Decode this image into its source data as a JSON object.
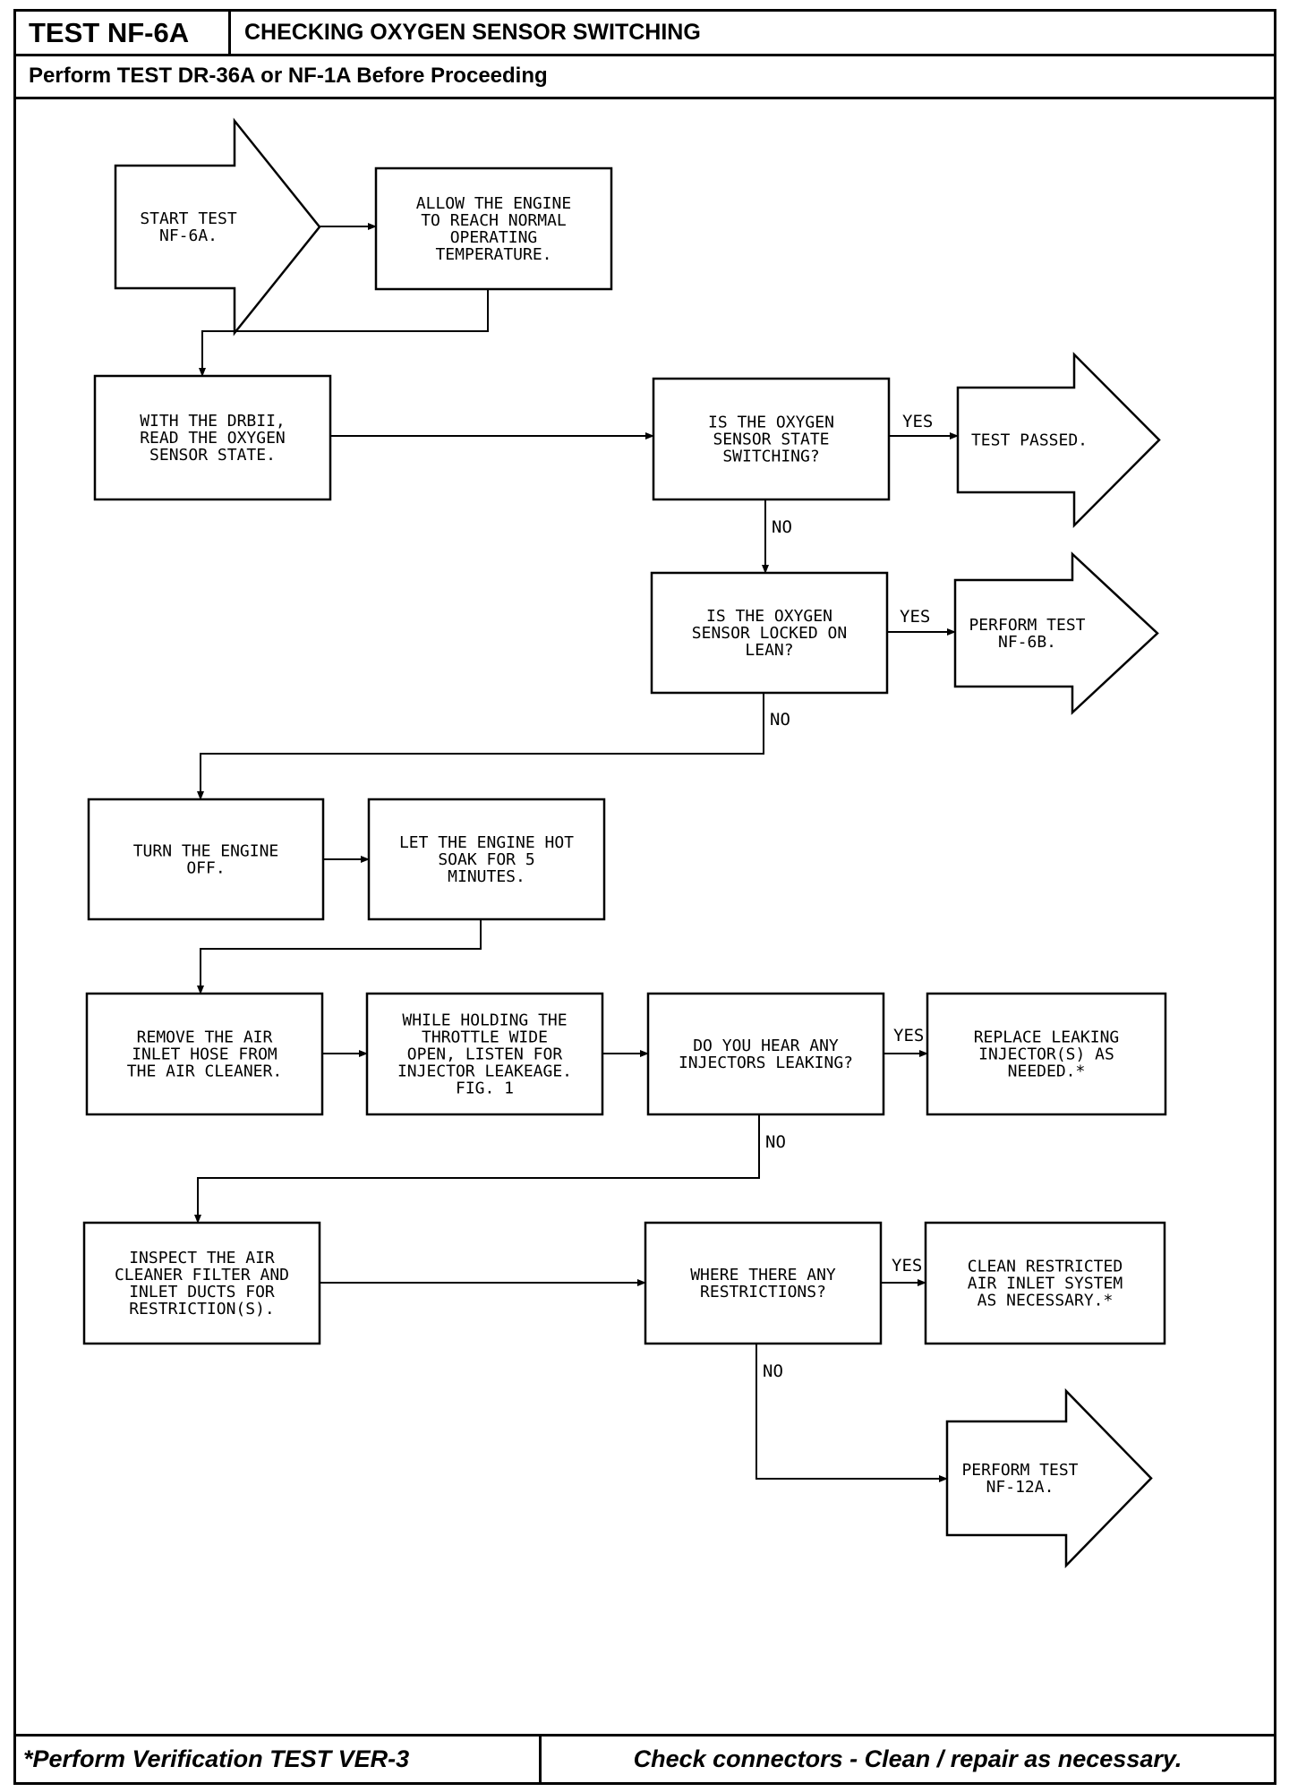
{
  "header": {
    "test_id": "TEST NF-6A",
    "title": "CHECKING OXYGEN SENSOR SWITCHING",
    "prerequisite": "Perform TEST DR-36A or NF-1A Before Proceeding"
  },
  "footer": {
    "left": "*Perform Verification TEST VER-3",
    "right": "Check connectors - Clean / repair as necessary."
  },
  "flowchart": {
    "start": [
      "START TEST",
      "NF-6A."
    ],
    "warm_up": [
      "ALLOW THE ENGINE",
      "TO REACH NORMAL",
      "OPERATING",
      "TEMPERATURE."
    ],
    "read_sensor": [
      "WITH THE DRBII,",
      "READ THE OXYGEN",
      "SENSOR STATE."
    ],
    "q_switching": [
      "IS THE OXYGEN",
      "SENSOR STATE",
      "SWITCHING?"
    ],
    "test_passed": [
      "TEST PASSED."
    ],
    "q_locked_lean": [
      "IS THE OXYGEN",
      "SENSOR LOCKED ON",
      "LEAN?"
    ],
    "perform_nf6b": [
      "PERFORM TEST",
      "NF-6B."
    ],
    "engine_off": [
      "TURN THE ENGINE",
      "OFF."
    ],
    "hot_soak": [
      "LET THE ENGINE HOT",
      "SOAK FOR 5",
      "MINUTES."
    ],
    "remove_hose": [
      "REMOVE THE AIR",
      "INLET HOSE FROM",
      "THE AIR CLEANER."
    ],
    "listen_leak": [
      "WHILE HOLDING THE",
      "THROTTLE WIDE",
      "OPEN, LISTEN FOR",
      "INJECTOR LEAKEAGE.",
      "FIG. 1"
    ],
    "q_leaking": [
      "DO YOU HEAR ANY",
      "INJECTORS LEAKING?"
    ],
    "replace_injector": [
      "REPLACE LEAKING",
      "INJECTOR(S) AS",
      "NEEDED.*"
    ],
    "inspect_filter": [
      "INSPECT THE AIR",
      "CLEANER FILTER AND",
      "INLET DUCTS FOR",
      "RESTRICTION(S)."
    ],
    "q_restrictions": [
      "WHERE THERE ANY",
      "RESTRICTIONS?"
    ],
    "clean_inlet": [
      "CLEAN RESTRICTED",
      "AIR INLET SYSTEM",
      "AS NECESSARY.*"
    ],
    "perform_nf12a": [
      "PERFORM TEST",
      "NF-12A."
    ],
    "labels": {
      "yes_switching": "YES",
      "no_switching": "NO",
      "yes_lean": "YES",
      "no_lean": "NO",
      "yes_leaking": "YES",
      "no_leaking": "NO",
      "yes_restrictions": "YES",
      "no_restrictions": "NO"
    }
  }
}
